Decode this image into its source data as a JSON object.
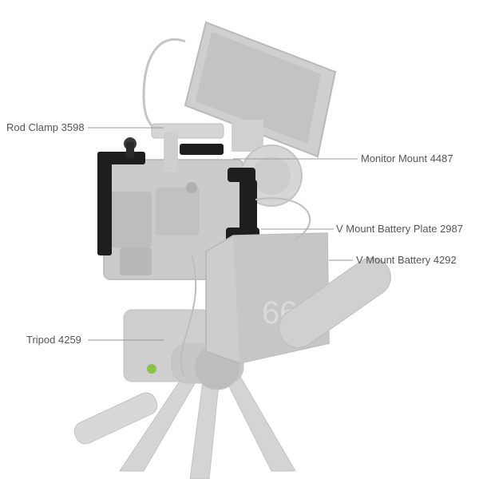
{
  "callouts": {
    "rod_clamp": "Rod Clamp 3598",
    "monitor_mount": "Monitor Mount 4487",
    "v_mount_battery_plate": "V Mount Battery Plate 2987",
    "v_mount_battery": "V Mount Battery 4292",
    "tripod": "Tripod 4259"
  },
  "battery_print": "66",
  "colors": {
    "cage_black": "#1e1e1e",
    "ghost_gray": "#c9c9c9",
    "ghost_dark": "#a9a9a9",
    "callout_line": "#9a9a9a",
    "label_text": "#555555"
  }
}
